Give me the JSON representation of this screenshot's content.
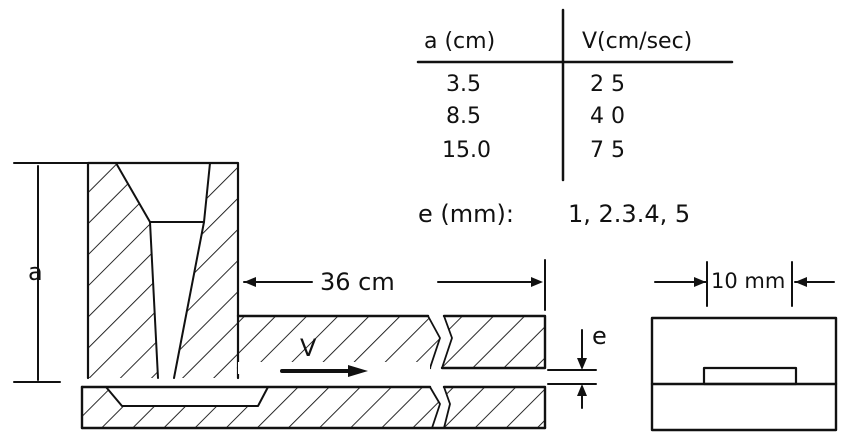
{
  "table": {
    "headers": [
      "a (cm)",
      "V(cm/sec)"
    ],
    "rows": [
      [
        "3.5",
        "2 5"
      ],
      [
        "8.5",
        "4 0"
      ],
      [
        "15.0",
        "7 5"
      ]
    ]
  },
  "gaps": {
    "label": "e (mm):",
    "values": "1, 2.3.4, 5"
  },
  "dims": {
    "height": "a",
    "length": "36 cm",
    "velocity": "V",
    "gap": "e",
    "width": "10 mm"
  }
}
